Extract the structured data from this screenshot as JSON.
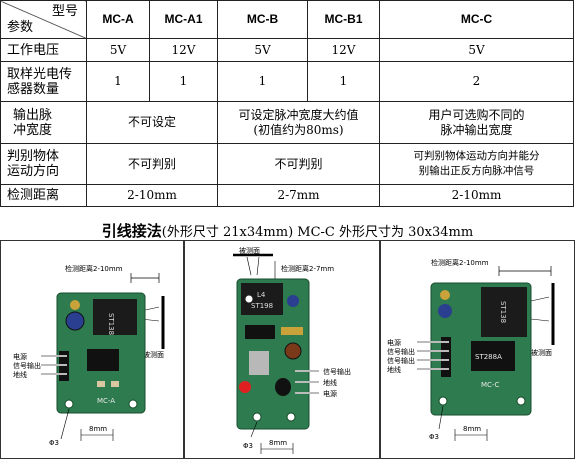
{
  "table": {
    "corner_model": "型号",
    "corner_param": "参数",
    "models": [
      "MC-A",
      "MC-A1",
      "MC-B",
      "MC-B1",
      "MC-C"
    ],
    "voltage": {
      "label": "工作电压",
      "values": [
        "5V",
        "12V",
        "5V",
        "12V",
        "5V"
      ]
    },
    "sensors": {
      "label_1": "取样光电传",
      "label_2": "感器数量",
      "values": [
        "1",
        "1",
        "1",
        "1",
        "2"
      ]
    },
    "pulse": {
      "label_1": "输出脉",
      "label_2": "冲宽度",
      "ab": "不可设定",
      "b_1": "可设定脉冲宽度大约值",
      "b_2": "(初值约为80ms)",
      "c_1": "用户可选购不同的",
      "c_2": "脉冲输出宽度"
    },
    "direction": {
      "label_1": "判别物体",
      "label_2": "运动方向",
      "ab": "不可判别",
      "b": "不可判别",
      "c_1": "可判别物体运动方向并能分",
      "c_2": "别输出正反方向脉冲信号"
    },
    "distance": {
      "label": "检测距离",
      "ab": "2-10mm",
      "b": "2-7mm",
      "c": "2-10mm"
    }
  },
  "wiring": {
    "title_bold": "引线接法",
    "title_rest": "(外形尺寸 21x34mm)  MC-C  外形尺寸为 30x34mm"
  },
  "panel_a": {
    "dist": "检测距离2-10mm",
    "face": "被测面",
    "power": "电源",
    "signal": "信号输出",
    "ground": "地线",
    "phi": "Φ3",
    "pitch": "8mm",
    "chip": "ST138",
    "board": "MC-A"
  },
  "panel_b": {
    "face": "被测面",
    "dist": "检测距离2-7mm",
    "signal": "信号输出",
    "ground": "地线",
    "power": "电源",
    "phi": "Φ3",
    "pitch": "8mm",
    "chip_1": "L4",
    "chip_2": "ST198"
  },
  "panel_c": {
    "dist": "检测距离2-10mm",
    "face": "被测面",
    "power": "电源",
    "signal_1": "信号输出",
    "signal_2": "信号输出",
    "ground": "地线",
    "phi": "Φ3",
    "pitch": "8mm",
    "chip": "ST138",
    "ic": "ST288A",
    "board": "MC-C"
  }
}
